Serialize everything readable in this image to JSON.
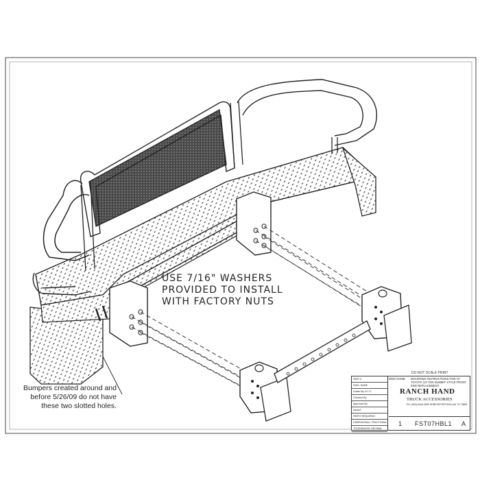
{
  "install_note": {
    "line1": "USE 7/16\" WASHERS",
    "line2": "PROVIDED TO INSTALL",
    "line3": "WITH FACTORY NUTS"
  },
  "slot_note": {
    "line1": "Bumpers created around and",
    "line2": "before 5/26/09 do not have",
    "line3": "these two slotted holes."
  },
  "title_block": {
    "do_not_scale": "DO NOT SCALE PRINT",
    "fields": [
      "PART #",
      "DWG. NAME",
      "Drawn By:",
      "Checked By:",
      "Approved By:",
      "Issued:",
      "PARTS REQUIRED:",
      "DIMENSIONAL: FRACTIONAL",
      "TOLERANCES: DECIMAL"
    ],
    "drawn_by_value": "A.T.C.",
    "dwg_label": "DWG NAME:",
    "instructions": "MOUNTING INSTRUCTIONS FOR '07 TOYOTA 1/2 TON SUMMIT STYLE FRONT END REPLACEMENT",
    "logo_main": "RANCH HAND",
    "logo_sub": "TRUCK ACCESSORIES",
    "logo_address": "PH: (903)-5444-4909 SHREVEPORT/DALLAS TX 75684",
    "sheet": "1",
    "part_number": "FST07HBL1",
    "rev": "A"
  }
}
